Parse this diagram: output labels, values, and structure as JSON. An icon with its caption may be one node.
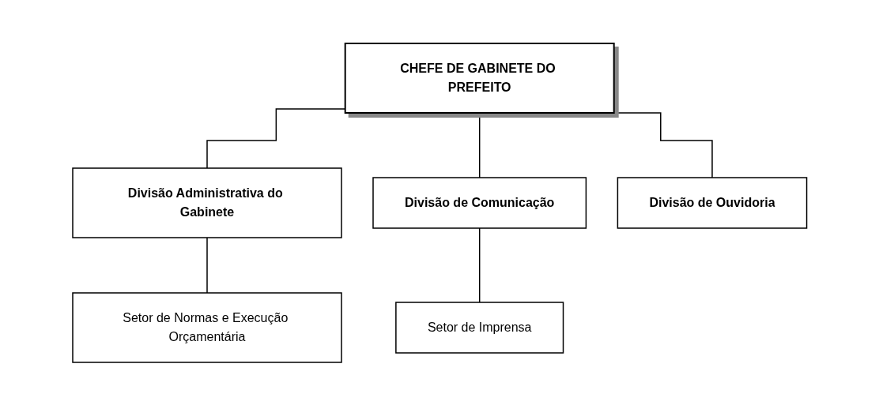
{
  "diagram": {
    "nodes": [
      {
        "text": [
          "CHEFE DE GABINETE DO PREFEITO"
        ]
      },
      {
        "text": [
          "Divisão Administrativa do Gabinete"
        ]
      },
      {
        "text": [
          "Divisão de Comunicação"
        ]
      },
      {
        "text": [
          "Divisão de Ouvidoria"
        ]
      },
      {
        "text": [
          "Setor de Normas e Execução Orçamentária"
        ]
      },
      {
        "text": [
          "Setor de Imprensa"
        ]
      }
    ],
    "edges": [
      {
        "from": 0,
        "to": 1,
        "arrow": "none"
      },
      {
        "from": 0,
        "to": 2,
        "arrow": "none"
      },
      {
        "from": 0,
        "to": 3,
        "arrow": "none"
      },
      {
        "from": 1,
        "to": 4,
        "arrow": "none"
      },
      {
        "from": 2,
        "to": 5,
        "arrow": "none"
      }
    ]
  }
}
